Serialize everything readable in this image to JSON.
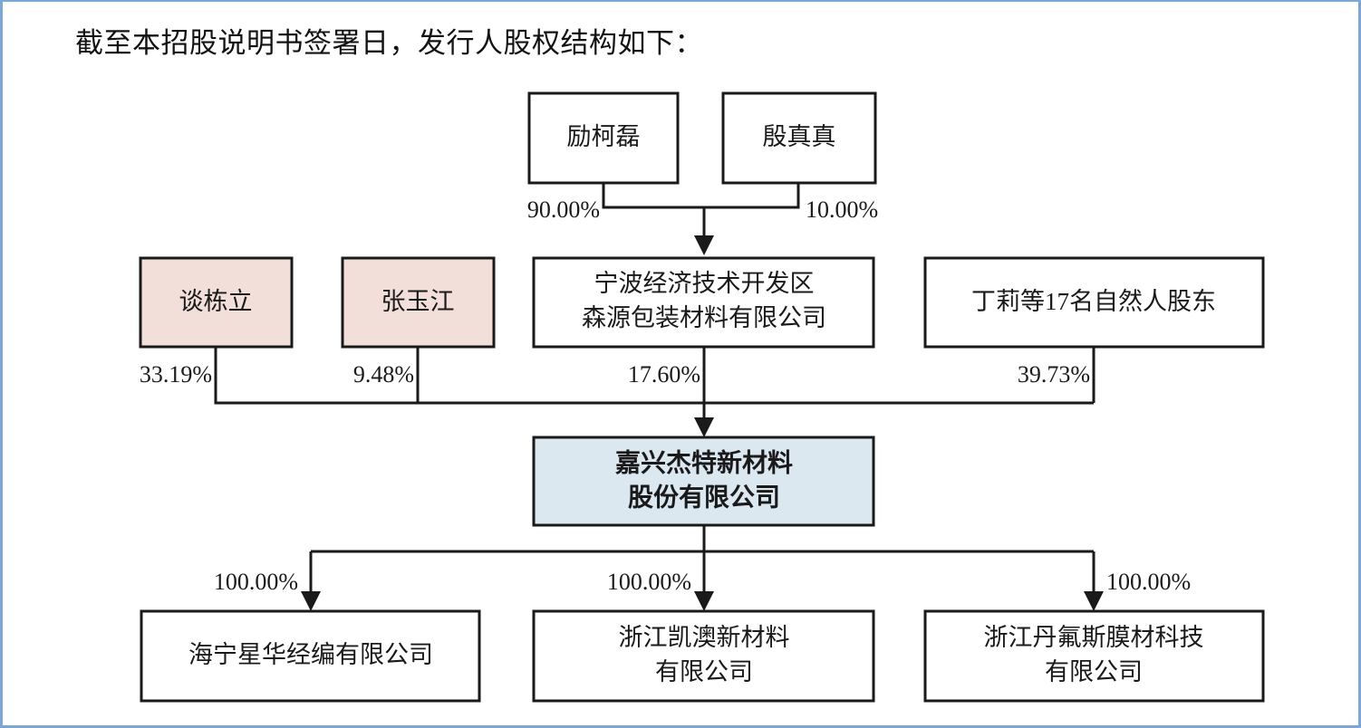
{
  "heading": "截至本招股说明书签署日，发行人股权结构如下：",
  "colors": {
    "border_blue": "#7ba7d7",
    "box_stroke": "#1a1a1a",
    "shareholder_pink": "#f3dfda",
    "issuer_blue": "#dbe8f0",
    "plain_white": "#ffffff"
  },
  "chart_data": {
    "type": "diagram",
    "title": "发行人股权结构图",
    "nodes": [
      {
        "id": "liklei",
        "label": "励柯磊",
        "level": 0,
        "fill": "#ffffff"
      },
      {
        "id": "yinzhen",
        "label": "殷真真",
        "level": 0,
        "fill": "#ffffff"
      },
      {
        "id": "tandongli",
        "label": "谈栋立",
        "level": 1,
        "fill": "#f3dfda"
      },
      {
        "id": "zhangyujiang",
        "label": "张玉江",
        "level": 1,
        "fill": "#f3dfda"
      },
      {
        "id": "senyuan",
        "label_line1": "宁波经济技术开发区",
        "label_line2": "森源包装材料有限公司",
        "level": 1,
        "fill": "#ffffff"
      },
      {
        "id": "dingli",
        "label": "丁莉等17名自然人股东",
        "level": 1,
        "fill": "#ffffff"
      },
      {
        "id": "issuer",
        "label_line1": "嘉兴杰特新材料",
        "label_line2": "股份有限公司",
        "level": 2,
        "fill": "#dbe8f0",
        "bold": true
      },
      {
        "id": "xinghua",
        "label": "海宁星华经编有限公司",
        "level": 3,
        "fill": "#ffffff"
      },
      {
        "id": "kaiao",
        "label_line1": "浙江凯澳新材料",
        "label_line2": "有限公司",
        "level": 3,
        "fill": "#ffffff"
      },
      {
        "id": "danfusi",
        "label_line1": "浙江丹氟斯膜材科技",
        "label_line2": "有限公司",
        "level": 3,
        "fill": "#ffffff"
      }
    ],
    "edges": [
      {
        "from": "liklei",
        "to": "senyuan",
        "label": "90.00%"
      },
      {
        "from": "yinzhen",
        "to": "senyuan",
        "label": "10.00%"
      },
      {
        "from": "tandongli",
        "to": "issuer",
        "label": "33.19%"
      },
      {
        "from": "zhangyujiang",
        "to": "issuer",
        "label": "9.48%"
      },
      {
        "from": "senyuan",
        "to": "issuer",
        "label": "17.60%"
      },
      {
        "from": "dingli",
        "to": "issuer",
        "label": "39.73%"
      },
      {
        "from": "issuer",
        "to": "xinghua",
        "label": "100.00%"
      },
      {
        "from": "issuer",
        "to": "kaiao",
        "label": "100.00%"
      },
      {
        "from": "issuer",
        "to": "danfusi",
        "label": "100.00%"
      }
    ]
  }
}
